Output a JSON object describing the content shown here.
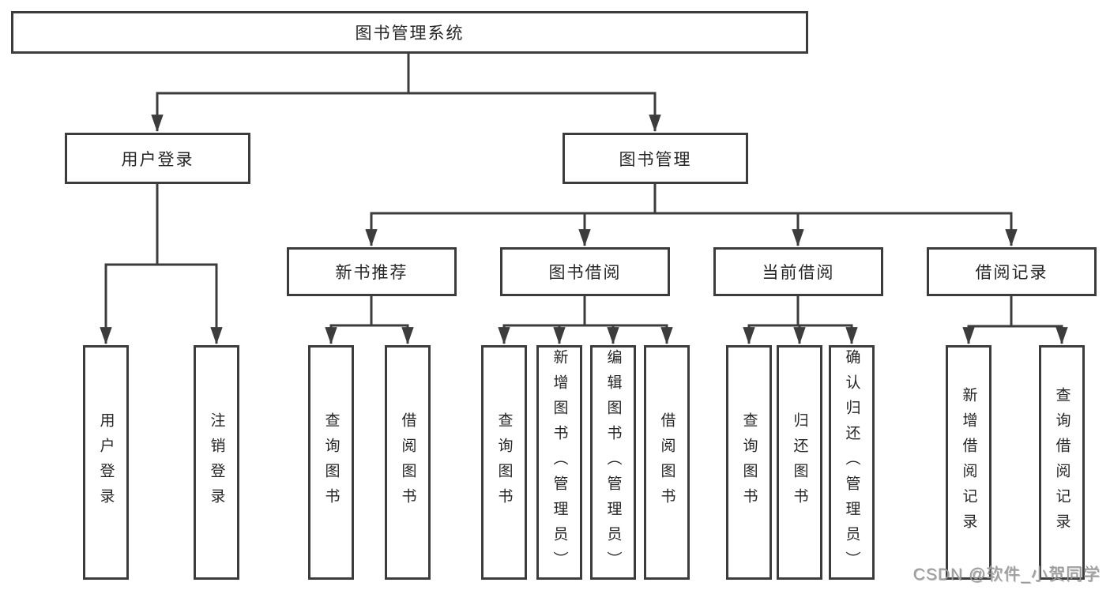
{
  "colors": {
    "line": "#3c3c3c",
    "text": "#262626",
    "watermark": "#9c9c9c",
    "background": "#ffffff"
  },
  "watermark": "CSDN @软件_小贺同学",
  "tree": {
    "root": "图书管理系统",
    "children": [
      {
        "label": "用户登录",
        "children": [
          {
            "label": "用户登录"
          },
          {
            "label": "注销登录"
          }
        ]
      },
      {
        "label": "图书管理",
        "children": [
          {
            "label": "新书推荐",
            "children": [
              {
                "label": "查询图书"
              },
              {
                "label": "借阅图书"
              }
            ]
          },
          {
            "label": "图书借阅",
            "children": [
              {
                "label": "查询图书"
              },
              {
                "label": "新增图书（管理员）"
              },
              {
                "label": "编辑图书（管理员）"
              },
              {
                "label": "借阅图书"
              }
            ]
          },
          {
            "label": "当前借阅",
            "children": [
              {
                "label": "查询图书"
              },
              {
                "label": "归还图书"
              },
              {
                "label": "确认归还（管理员）"
              }
            ]
          },
          {
            "label": "借阅记录",
            "children": [
              {
                "label": "新增借阅记录"
              },
              {
                "label": "查询借阅记录"
              }
            ]
          }
        ]
      }
    ]
  }
}
